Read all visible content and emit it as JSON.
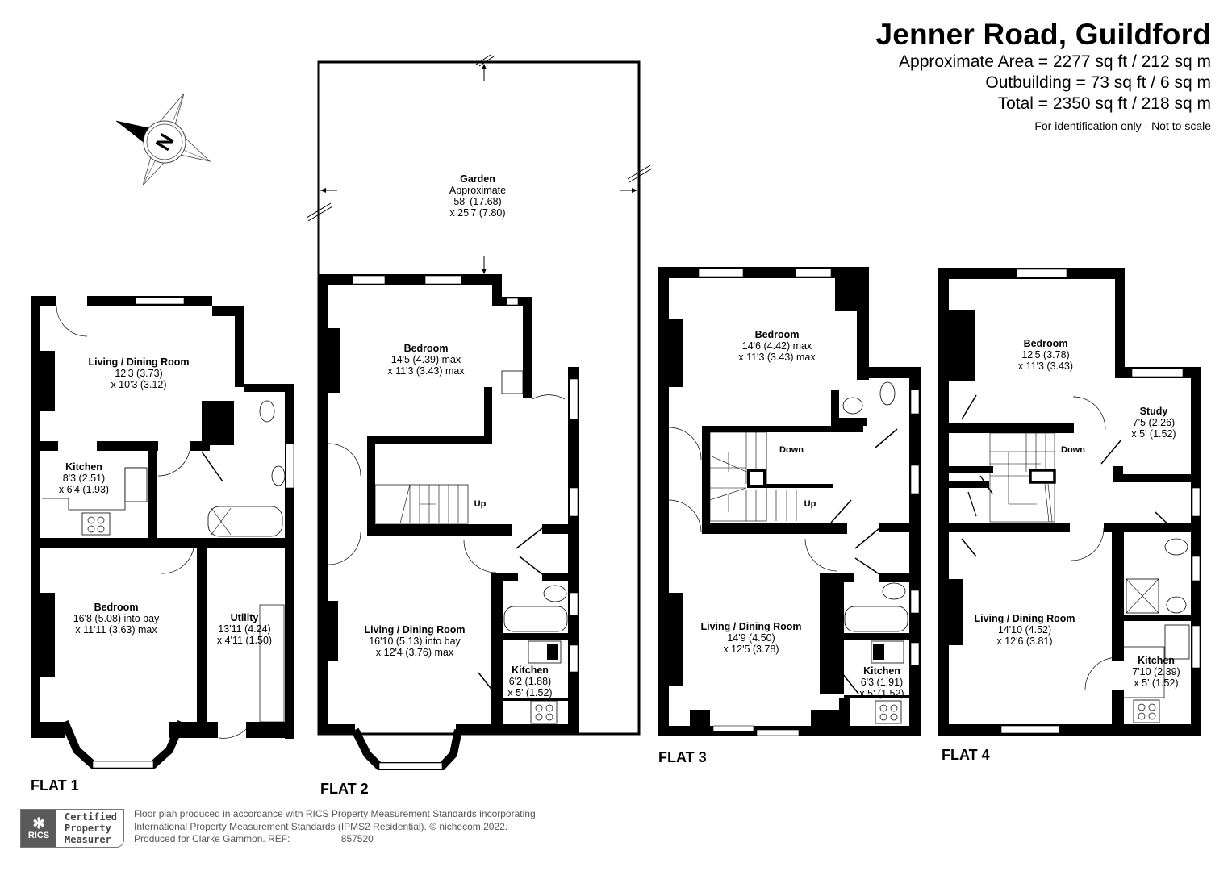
{
  "header": {
    "title": "Jenner Road, Guildford",
    "approximate_area": "Approximate Area = 2277 sq ft / 212 sq m",
    "outbuilding": "Outbuilding = 73 sq ft / 6 sq m",
    "total": "Total = 2350 sq ft / 218 sq m",
    "note": "For identification only - Not to scale"
  },
  "compass": {
    "label": "N",
    "icon": "north-compass-icon"
  },
  "garden": {
    "name": "Garden",
    "line1": "Approximate",
    "line2": "58' (17.68)",
    "line3": "x 25'7 (7.80)"
  },
  "flats": [
    {
      "label": "FLAT 1",
      "rooms": [
        {
          "name": "Living / Dining Room",
          "dim1": "12'3 (3.73)",
          "dim2": "x 10'3 (3.12)"
        },
        {
          "name": "Kitchen",
          "dim1": "8'3 (2.51)",
          "dim2": "x 6'4 (1.93)"
        },
        {
          "name": "Bedroom",
          "dim1": "16'8 (5.08) into bay",
          "dim2": "x 11'11 (3.63) max"
        },
        {
          "name": "Utility",
          "dim1": "13'11 (4.24)",
          "dim2": "x 4'11 (1.50)"
        }
      ]
    },
    {
      "label": "FLAT 2",
      "stairs_label": "Up",
      "rooms": [
        {
          "name": "Bedroom",
          "dim1": "14'5 (4.39) max",
          "dim2": "x 11'3 (3.43) max"
        },
        {
          "name": "Living / Dining Room",
          "dim1": "16'10 (5.13) into bay",
          "dim2": "x 12'4 (3.76) max"
        },
        {
          "name": "Kitchen",
          "dim1": "6'2 (1.88)",
          "dim2": "x 5' (1.52)"
        }
      ]
    },
    {
      "label": "FLAT 3",
      "stairs_down": "Down",
      "stairs_up": "Up",
      "rooms": [
        {
          "name": "Bedroom",
          "dim1": "14'6 (4.42) max",
          "dim2": "x 11'3 (3.43) max"
        },
        {
          "name": "Living / Dining Room",
          "dim1": "14'9 (4.50)",
          "dim2": "x 12'5 (3.78)"
        },
        {
          "name": "Kitchen",
          "dim1": "6'3 (1.91)",
          "dim2": "x 5' (1.52)"
        }
      ]
    },
    {
      "label": "FLAT 4",
      "stairs_down": "Down",
      "rooms": [
        {
          "name": "Bedroom",
          "dim1": "12'5 (3.78)",
          "dim2": "x 11'3 (3.43)"
        },
        {
          "name": "Study",
          "dim1": "7'5 (2.26)",
          "dim2": "x 5' (1.52)"
        },
        {
          "name": "Living / Dining Room",
          "dim1": "14'10 (4.52)",
          "dim2": "x 12'6 (3.81)"
        },
        {
          "name": "Kitchen",
          "dim1": "7'10 (2.39)",
          "dim2": "x 5' (1.52)"
        }
      ]
    }
  ],
  "footer": {
    "badge": {
      "org": "RICS",
      "line1": "Certified",
      "line2": "Property",
      "line3": "Measurer"
    },
    "line1": "Floor plan produced in accordance with RICS Property Measurement Standards incorporating",
    "line2": "International Property Measurement Standards (IPMS2 Residential).  © nichecom 2022.",
    "line3_prefix": "Produced for Clarke Gammon.   REF:",
    "ref": "857520"
  }
}
